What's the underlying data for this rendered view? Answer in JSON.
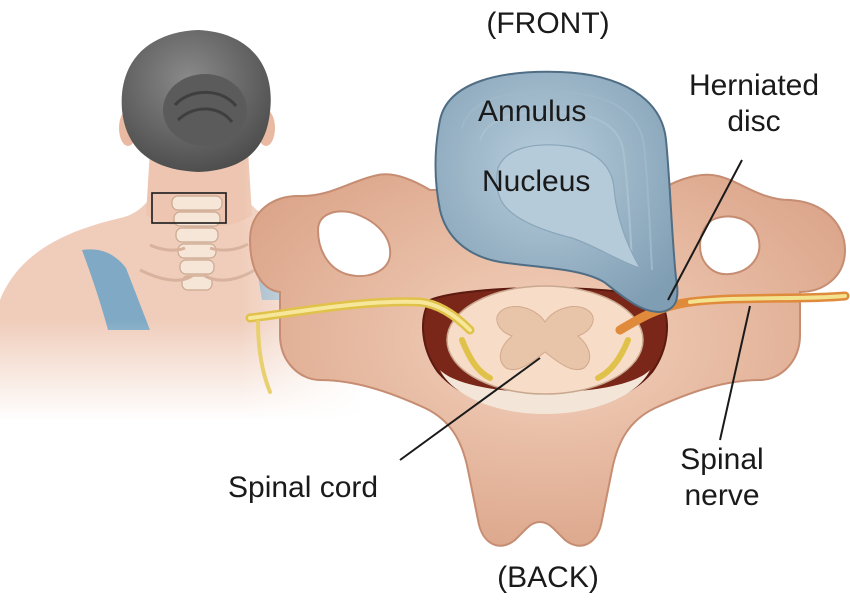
{
  "labels": {
    "front": "(FRONT)",
    "back": "(BACK)",
    "annulus": "Annulus",
    "nucleus": "Nucleus",
    "herniated_line1": "Herniated",
    "herniated_line2": "disc",
    "spinal_cord": "Spinal cord",
    "spinal_nerve_line1": "Spinal",
    "spinal_nerve_line2": "nerve"
  }
}
